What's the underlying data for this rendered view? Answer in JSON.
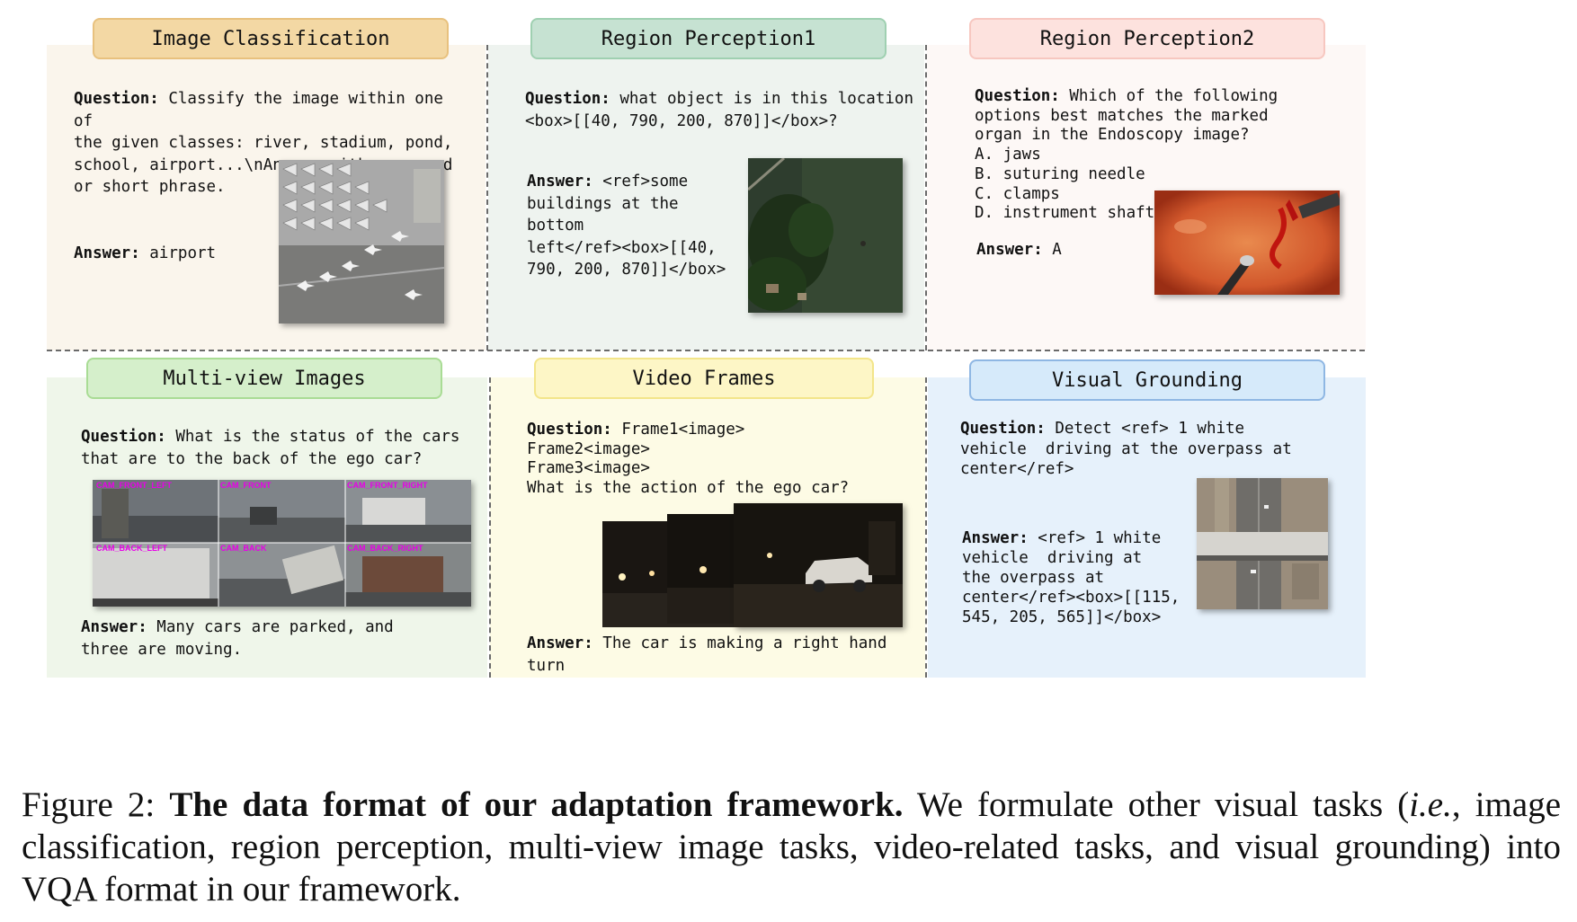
{
  "panels": {
    "image_classification": {
      "title": "Image Classification",
      "question_label": "Question:",
      "question_text": " Classify the image within one of\nthe given classes: river, stadium, pond,\nschool, airport...\\nAnswer with one word\nor short phrase.",
      "answer_label": "Answer:",
      "answer_text": " airport",
      "bg": "#faf5ec",
      "header_bg": "#f3d8a4",
      "header_border": "#e8c17e"
    },
    "region_perception1": {
      "title": "Region Perception1",
      "question_label": "Question:",
      "question_text": " what object is in this location\n<box>[[40, 790, 200, 870]]</box>?",
      "answer_label": "Answer:",
      "answer_text": " <ref>some\nbuildings at the bottom\nleft</ref><box>[[40,\n790, 200, 870]]</box>",
      "bg": "#eef3ef",
      "header_bg": "#c6e2d2",
      "header_border": "#9fd0b1"
    },
    "region_perception2": {
      "title": "Region Perception2",
      "question_label": "Question:",
      "question_text": " Which of the following\noptions best matches the marked\norgan in the Endoscopy image?\nA. jaws\nB. suturing needle\nC. clamps\nD. instrument shaft",
      "answer_label": "Answer:",
      "answer_text": " A",
      "bg": "#fdf8f6",
      "header_bg": "#fde2de",
      "header_border": "#f7c7c0"
    },
    "multi_view": {
      "title": "Multi-view Images",
      "question_label": "Question:",
      "question_text": " What is the status of the cars\nthat are to the back of the ego car?",
      "answer_label": "Answer:",
      "answer_text": " Many cars are parked, and\nthree are moving.",
      "cams": [
        "CAM_FRONT_LEFT",
        "CAM_FRONT",
        "CAM_FRONT_RIGHT",
        "CAM_BACK_LEFT",
        "CAM_BACK",
        "CAM_BACK_RIGHT"
      ],
      "bg": "#eff6ea",
      "header_bg": "#d5efcb",
      "header_border": "#a9dc95"
    },
    "video_frames": {
      "title": "Video Frames",
      "question_label": "Question:",
      "question_text": " Frame1<image>\nFrame2<image>\nFrame3<image>\nWhat is the action of the ego car?",
      "answer_label": "Answer:",
      "answer_text": " The car is making a right hand turn",
      "bg": "#fdfbe5",
      "header_bg": "#fdf6c6",
      "header_border": "#f3e58a"
    },
    "visual_grounding": {
      "title": "Visual Grounding",
      "question_label": "Question:",
      "question_text": " Detect <ref> 1 white\nvehicle  driving at the overpass at\ncenter</ref>",
      "answer_label": "Answer:",
      "answer_text": " <ref> 1 white\nvehicle  driving at\nthe overpass at\ncenter</ref><box>[[115,\n545, 205, 565]]</box>",
      "bg": "#e6f1fb",
      "header_bg": "#d6eafa",
      "header_border": "#8fb7e3"
    }
  },
  "caption": {
    "prefix": "Figure 2: ",
    "bold": "The data format of our adaptation framework.",
    "text_1": " We formulate other visual tasks (",
    "italic": "i.e.",
    "text_2": ", image classification, region perception, multi-view image tasks, video-related tasks, and visual grounding) into VQA format in our framework."
  }
}
